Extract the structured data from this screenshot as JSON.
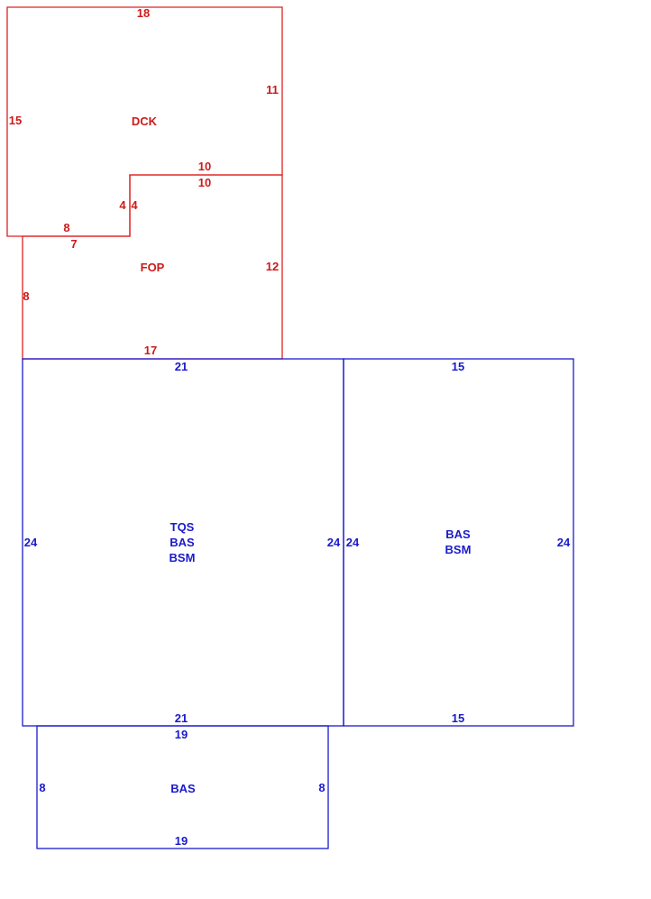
{
  "colors": {
    "red": "#e02020",
    "blue": "#1a1ad0"
  },
  "areas": {
    "dck": {
      "label": "DCK",
      "dims": {
        "top": "18",
        "right": "11",
        "left": "15",
        "bottom_inner": "10",
        "step": "4",
        "bottom_left": "8"
      }
    },
    "fop": {
      "label": "FOP",
      "dims": {
        "top": "10",
        "step": "4",
        "top_left": "7",
        "right": "12",
        "left": "8",
        "bottom": "17"
      }
    },
    "main": {
      "labels": [
        "TQS",
        "BAS",
        "BSM"
      ],
      "dims": {
        "top": "21",
        "bottom": "21",
        "left": "24",
        "right": "24"
      }
    },
    "side": {
      "labels": [
        "BAS",
        "BSM"
      ],
      "dims": {
        "top": "15",
        "bottom": "15",
        "left": "24",
        "right": "24"
      }
    },
    "lower": {
      "label": "BAS",
      "dims": {
        "top": "19",
        "bottom": "19",
        "left": "8",
        "right": "8"
      }
    }
  }
}
